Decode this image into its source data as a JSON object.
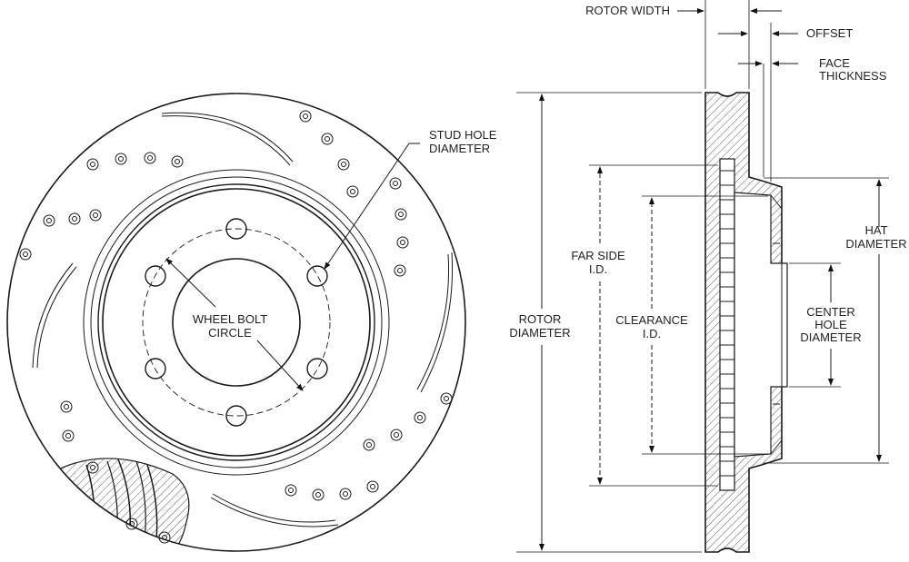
{
  "labels": {
    "rotor_width": "ROTOR WIDTH",
    "offset": "OFFSET",
    "face_thickness_1": "FACE",
    "face_thickness_2": "THICKNESS",
    "stud_hole_1": "STUD HOLE",
    "stud_hole_2": "DIAMETER",
    "wheel_bolt_1": "WHEEL BOLT",
    "wheel_bolt_2": "CIRCLE",
    "rotor_diameter_1": "ROTOR",
    "rotor_diameter_2": "DIAMETER",
    "far_side_1": "FAR SIDE",
    "far_side_2": "I.D.",
    "clearance_1": "CLEARANCE",
    "clearance_2": "I.D.",
    "hat_diameter_1": "HAT",
    "hat_diameter_2": "DIAMETER",
    "center_hole_1": "CENTER",
    "center_hole_2": "HOLE",
    "center_hole_3": "DIAMETER"
  }
}
